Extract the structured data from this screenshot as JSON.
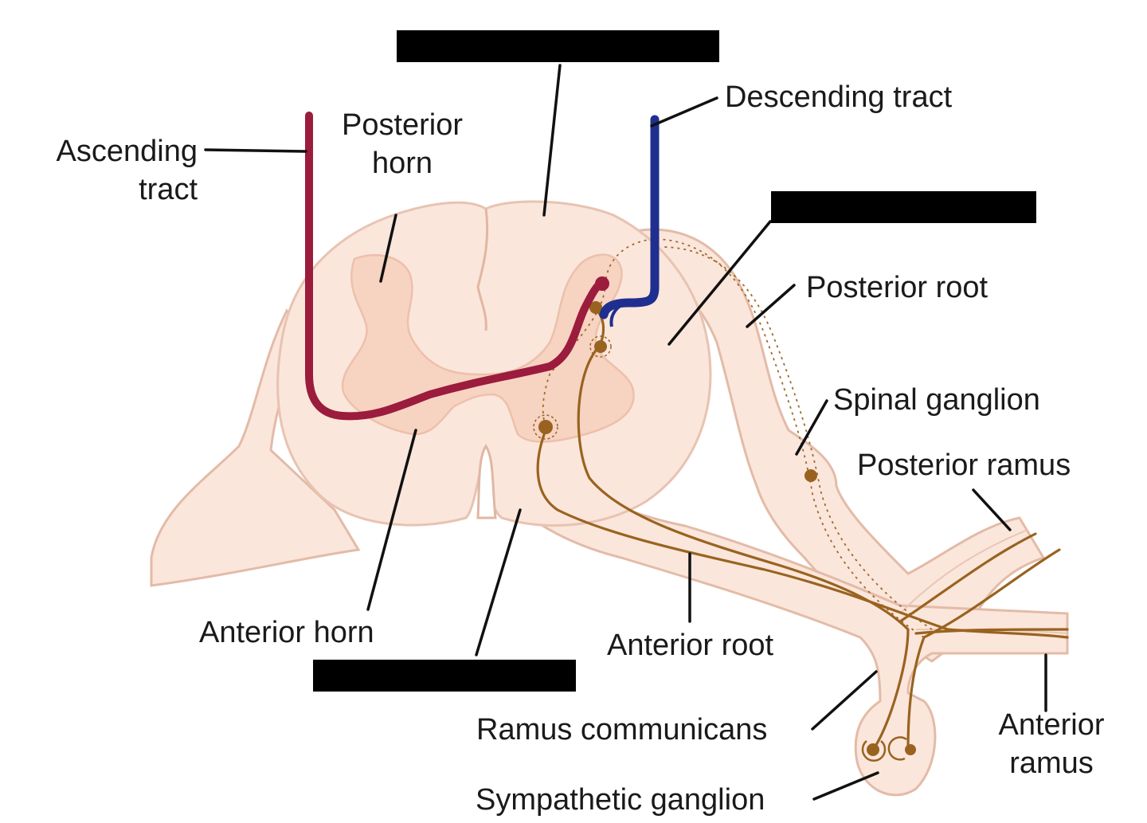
{
  "labels": {
    "ascending_tract": [
      "Ascending",
      "tract"
    ],
    "posterior_horn": [
      "Posterior",
      "horn"
    ],
    "descending_tract": "Descending tract",
    "posterior_root": "Posterior root",
    "spinal_ganglion": "Spinal ganglion",
    "posterior_ramus": "Posterior ramus",
    "anterior_horn": "Anterior horn",
    "anterior_root": "Anterior root",
    "ramus_communicans": "Ramus communicans",
    "anterior_ramus": [
      "Anterior",
      "ramus"
    ],
    "sympathetic_ganglion": "Sympathetic ganglion"
  },
  "colors": {
    "ascending_tract": "#9b1c3c",
    "descending_tract": "#1f2f8f",
    "neuron_fibers": "#99631f",
    "white_matter": "#fbe6dc",
    "gray_matter": "#f7d3c2",
    "redaction": "#000000"
  },
  "redacted_labels": 3
}
